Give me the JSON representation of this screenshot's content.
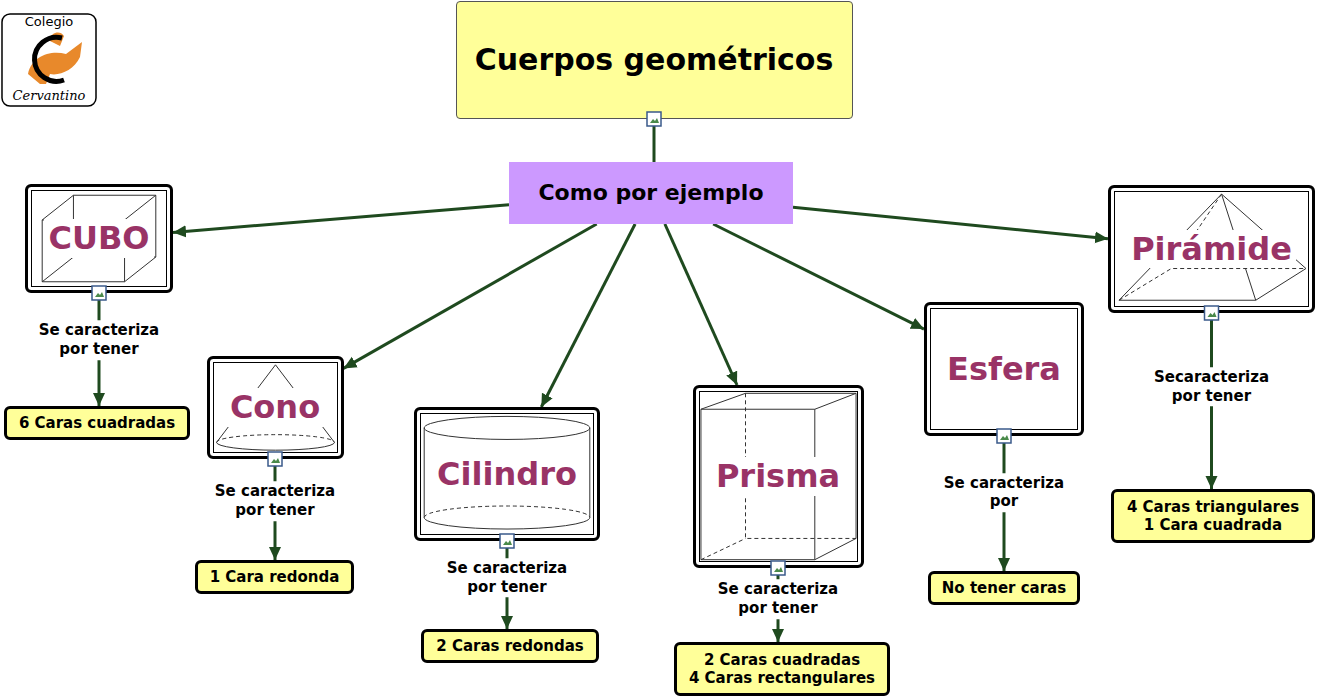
{
  "diagram": {
    "nodes": [
      {
        "text": [
          "Cuerpos geométricos"
        ]
      },
      {
        "text": [
          "Como por ejemplo"
        ]
      },
      {
        "text": [
          "CUBO"
        ]
      },
      {
        "text": [
          "Cono"
        ]
      },
      {
        "text": [
          "Cilindro"
        ]
      },
      {
        "text": [
          "Prisma"
        ]
      },
      {
        "text": [
          "Esfera"
        ]
      },
      {
        "text": [
          "Pirámide"
        ]
      },
      {
        "text": [
          "6 Caras cuadradas"
        ]
      },
      {
        "text": [
          "1 Cara redonda"
        ]
      },
      {
        "text": [
          "2 Caras redondas"
        ]
      },
      {
        "text": [
          "2 Caras cuadradas",
          "4 Caras rectangulares"
        ]
      },
      {
        "text": [
          "No tener caras"
        ]
      },
      {
        "text": [
          "4 Caras triangulares",
          "1 Cara cuadrada"
        ]
      }
    ],
    "edges": [
      {
        "from": 0,
        "to": 1,
        "arrow": "none"
      },
      {
        "from": 1,
        "to": 2,
        "arrow": "to"
      },
      {
        "from": 1,
        "to": 3,
        "arrow": "to"
      },
      {
        "from": 1,
        "to": 4,
        "arrow": "to"
      },
      {
        "from": 1,
        "to": 5,
        "arrow": "to"
      },
      {
        "from": 1,
        "to": 6,
        "arrow": "to"
      },
      {
        "from": 1,
        "to": 7,
        "arrow": "to"
      },
      {
        "from": 2,
        "to": 8,
        "label": "Se caracteriza por tener",
        "arrow": "to"
      },
      {
        "from": 3,
        "to": 9,
        "label": "Se caracteriza por tener",
        "arrow": "to"
      },
      {
        "from": 4,
        "to": 10,
        "label": "Se caracteriza por tener",
        "arrow": "to"
      },
      {
        "from": 5,
        "to": 11,
        "label": "Se caracteriza por tener",
        "arrow": "to"
      },
      {
        "from": 6,
        "to": 12,
        "label": "Se caracteriza por",
        "arrow": "to"
      },
      {
        "from": 7,
        "to": 13,
        "label": "Secaracteriza por tener",
        "arrow": "to"
      }
    ],
    "labels": [
      "Colegio",
      "Cervantino"
    ]
  }
}
